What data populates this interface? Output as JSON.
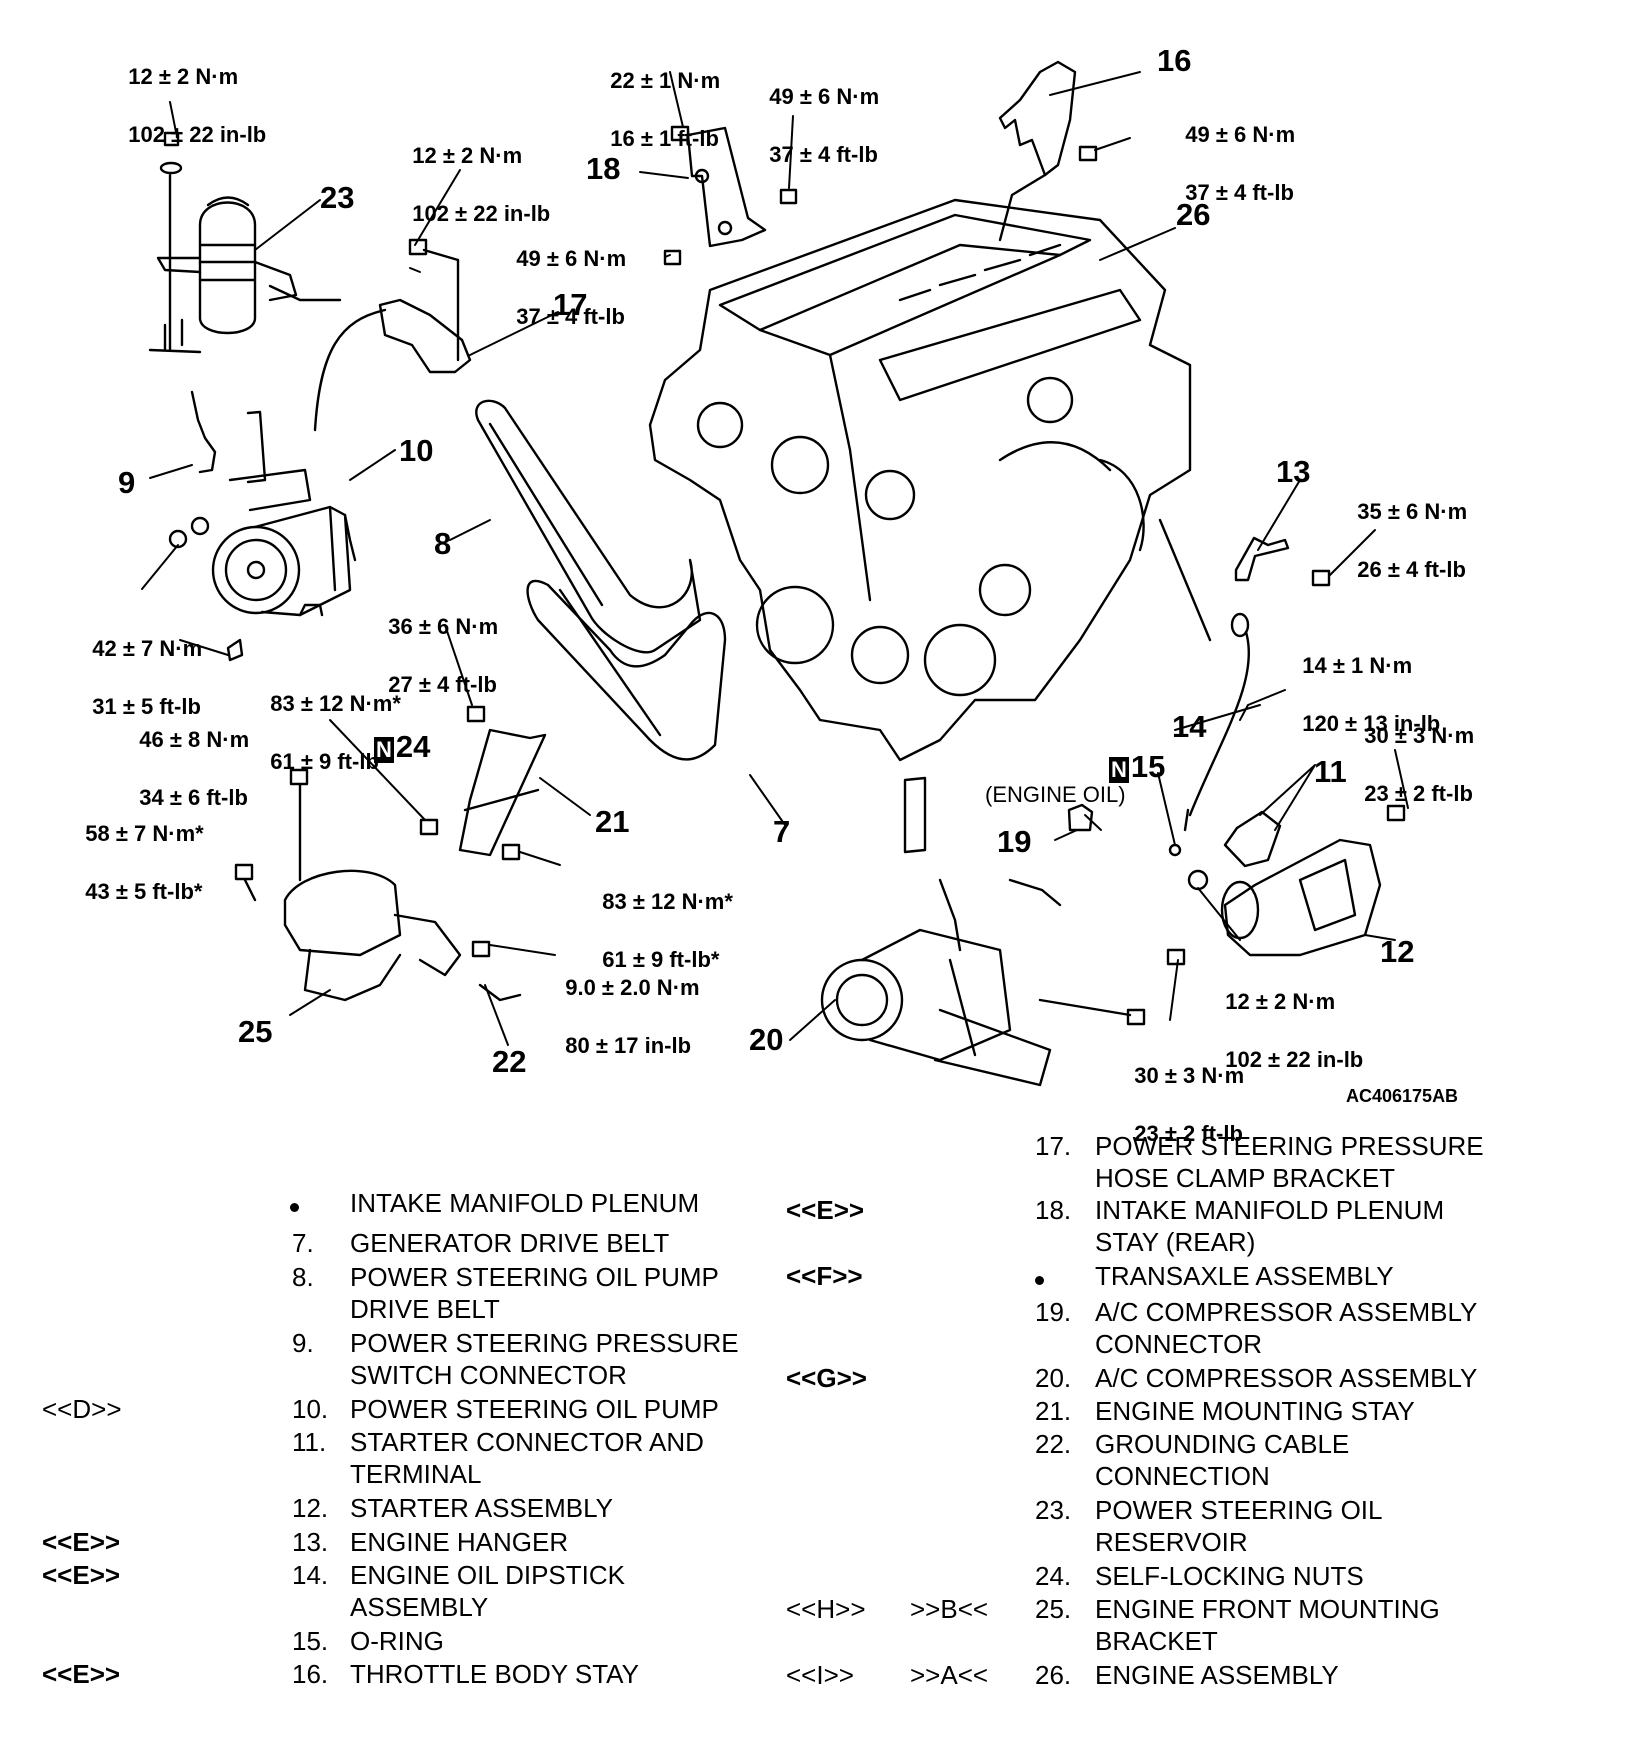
{
  "figure_id": "AC406175AB",
  "engine_oil_note": "(ENGINE OIL)",
  "n_marker": "N",
  "torque_specs": [
    {
      "id": "t1",
      "nm": "12 ± 2 N·m",
      "imperial": "102 ± 22 in-lb"
    },
    {
      "id": "t2",
      "nm": "12 ± 2 N·m",
      "imperial": "102 ± 22 in-lb"
    },
    {
      "id": "t3",
      "nm": "22 ± 1 N·m",
      "imperial": "16 ± 1 ft-lb"
    },
    {
      "id": "t4",
      "nm": "49 ± 6 N·m",
      "imperial": "37 ± 4 ft-lb"
    },
    {
      "id": "t5",
      "nm": "49 ± 6 N·m",
      "imperial": "37 ± 4 ft-lb"
    },
    {
      "id": "t6",
      "nm": "49 ± 6 N·m",
      "imperial": "37 ± 4 ft-lb"
    },
    {
      "id": "t7",
      "nm": "35 ± 6 N·m",
      "imperial": "26 ± 4 ft-lb"
    },
    {
      "id": "t8",
      "nm": "14 ± 1 N·m",
      "imperial": "120 ± 13 in-lb"
    },
    {
      "id": "t9",
      "nm": "30 ± 3 N·m",
      "imperial": "23 ± 2 ft-lb"
    },
    {
      "id": "t10",
      "nm": "42 ± 7 N·m",
      "imperial": "31 ± 5 ft-lb"
    },
    {
      "id": "t11",
      "nm": "36 ± 6 N·m",
      "imperial": "27 ± 4 ft-lb"
    },
    {
      "id": "t12",
      "nm": "83 ± 12 N·m*",
      "imperial": "61 ± 9 ft-lb*"
    },
    {
      "id": "t13",
      "nm": "46 ± 8 N·m",
      "imperial": "34 ± 6 ft-lb"
    },
    {
      "id": "t14",
      "nm": "58 ± 7 N·m*",
      "imperial": "43 ± 5 ft-lb*"
    },
    {
      "id": "t15",
      "nm": "83 ± 12 N·m*",
      "imperial": "61 ± 9 ft-lb*"
    },
    {
      "id": "t16",
      "nm": "9.0 ± 2.0 N·m",
      "imperial": "80 ± 17 in-lb"
    },
    {
      "id": "t17",
      "nm": "12 ± 2 N·m",
      "imperial": "102 ± 22 in-lb"
    },
    {
      "id": "t18",
      "nm": "30 ± 3 N·m",
      "imperial": "23 ± 2 ft-lb"
    }
  ],
  "callouts": [
    "16",
    "18",
    "23",
    "26",
    "17",
    "10",
    "9",
    "8",
    "13",
    "14",
    "15",
    "11",
    "12",
    "24",
    "21",
    "7",
    "19",
    "20",
    "25",
    "22"
  ],
  "legend_left": [
    {
      "mark": "",
      "num": "•",
      "lines": [
        "INTAKE MANIFOLD PLENUM"
      ]
    },
    {
      "mark": "",
      "num": "7.",
      "lines": [
        "GENERATOR DRIVE BELT"
      ]
    },
    {
      "mark": "",
      "num": "8.",
      "lines": [
        "POWER STEERING OIL PUMP",
        "DRIVE BELT"
      ]
    },
    {
      "mark": "",
      "num": "9.",
      "lines": [
        "POWER STEERING PRESSURE",
        "SWITCH CONNECTOR"
      ]
    },
    {
      "mark": "<<D>>",
      "num": "10.",
      "lines": [
        "POWER STEERING OIL PUMP"
      ]
    },
    {
      "mark": "",
      "num": "11.",
      "lines": [
        "STARTER CONNECTOR AND",
        "TERMINAL"
      ]
    },
    {
      "mark": "",
      "num": "12.",
      "lines": [
        "STARTER ASSEMBLY"
      ]
    },
    {
      "mark": "<<E>>",
      "num": "13.",
      "lines": [
        "ENGINE HANGER"
      ]
    },
    {
      "mark": "<<E>>",
      "num": "14.",
      "lines": [
        "ENGINE OIL DIPSTICK",
        "ASSEMBLY"
      ]
    },
    {
      "mark": "",
      "num": "15.",
      "lines": [
        "O-RING"
      ]
    },
    {
      "mark": "<<E>>",
      "num": "16.",
      "lines": [
        "THROTTLE BODY STAY"
      ]
    }
  ],
  "legend_right": [
    {
      "mark": "",
      "mark2": "",
      "num": "17.",
      "lines": [
        "POWER STEERING PRESSURE",
        "HOSE CLAMP BRACKET"
      ]
    },
    {
      "mark": "<<E>>",
      "mark2": "",
      "num": "18.",
      "lines": [
        "INTAKE MANIFOLD PLENUM",
        "STAY (REAR)"
      ]
    },
    {
      "mark": "<<F>>",
      "mark2": "",
      "num": "•",
      "lines": [
        "TRANSAXLE ASSEMBLY"
      ]
    },
    {
      "mark": "",
      "mark2": "",
      "num": "19.",
      "lines": [
        "A/C COMPRESSOR ASSEMBLY",
        "CONNECTOR"
      ]
    },
    {
      "mark": "<<G>>",
      "mark2": "",
      "num": "20.",
      "lines": [
        "A/C COMPRESSOR ASSEMBLY"
      ]
    },
    {
      "mark": "",
      "mark2": "",
      "num": "21.",
      "lines": [
        "ENGINE MOUNTING STAY"
      ]
    },
    {
      "mark": "",
      "mark2": "",
      "num": "22.",
      "lines": [
        "GROUNDING CABLE",
        "CONNECTION"
      ]
    },
    {
      "mark": "",
      "mark2": "",
      "num": "23.",
      "lines": [
        "POWER STEERING OIL",
        "RESERVOIR"
      ]
    },
    {
      "mark": "",
      "mark2": "",
      "num": "24.",
      "lines": [
        "SELF-LOCKING NUTS"
      ]
    },
    {
      "mark": "<<H>>",
      "mark2": ">>B<<",
      "num": "25.",
      "lines": [
        "ENGINE FRONT MOUNTING",
        "BRACKET"
      ]
    },
    {
      "mark": "<<I>>",
      "mark2": ">>A<<",
      "num": "26.",
      "lines": [
        "ENGINE ASSEMBLY"
      ]
    }
  ]
}
